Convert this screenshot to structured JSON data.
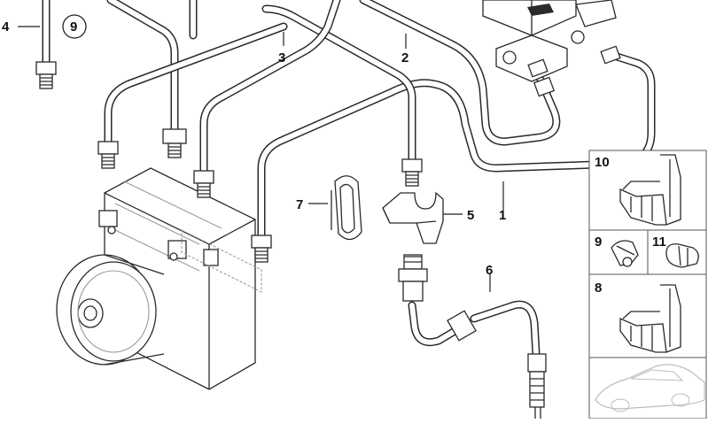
{
  "callouts": {
    "c1": "1",
    "c2": "2",
    "c3": "3",
    "c4": "4",
    "c5": "5",
    "c6": "6",
    "c7": "7",
    "c9_circled": "9"
  },
  "inset_panels": {
    "p10": "10",
    "p9": "9",
    "p11": "11",
    "p8": "8"
  },
  "colors": {
    "line": "#2a2a2a",
    "panel_border": "#555555",
    "ghost_car": "#bdbdbd"
  }
}
